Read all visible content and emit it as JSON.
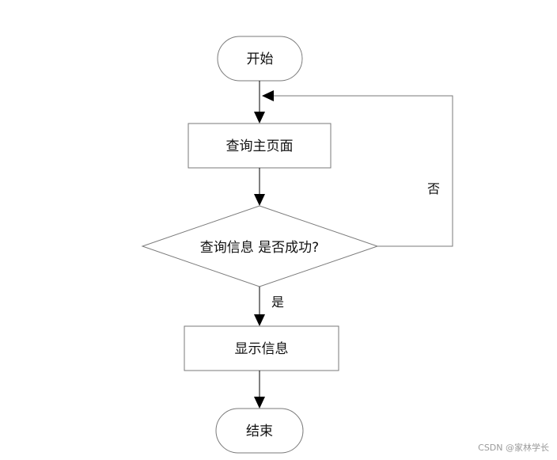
{
  "nodes": {
    "start": "开始",
    "query_home": "查询主页面",
    "decision": "查询信息 是否成功?",
    "show_info": "显示信息",
    "end": "结束"
  },
  "edges": {
    "yes_label": "是",
    "no_label": "否"
  },
  "watermark": "CSDN @家林学长"
}
